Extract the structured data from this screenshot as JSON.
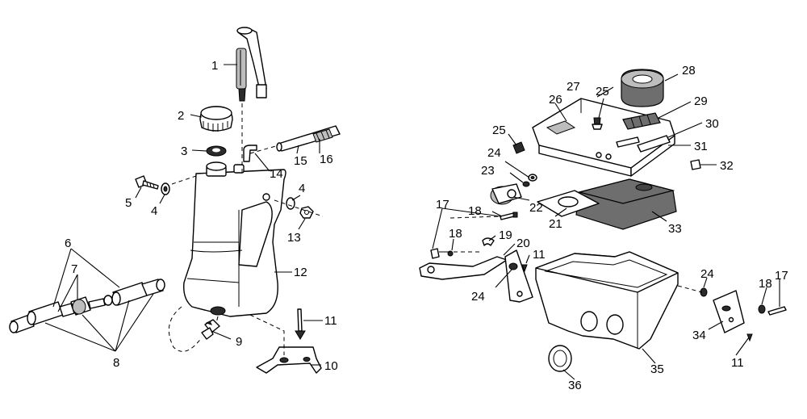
{
  "callouts": {
    "c1": "1",
    "c2": "2",
    "c3": "3",
    "c4a": "4",
    "c4b": "4",
    "c5": "5",
    "c6": "6",
    "c7": "7",
    "c8": "8",
    "c9": "9",
    "c10": "10",
    "c11a": "11",
    "c12": "12",
    "c13": "13",
    "c14": "14",
    "c15": "15",
    "c16": "16",
    "c17a": "17",
    "c17b": "17",
    "c18a": "18",
    "c18b": "18",
    "c18c": "18",
    "c19": "19",
    "c20": "20",
    "c11b": "11",
    "c11c": "11",
    "c21": "21",
    "c22": "22",
    "c23": "23",
    "c24a": "24",
    "c24b": "24",
    "c24c": "24",
    "c25a": "25",
    "c25b": "25",
    "c26": "26",
    "c27": "27",
    "c28": "28",
    "c29": "29",
    "c30": "30",
    "c31": "31",
    "c32": "32",
    "c33": "33",
    "c34": "34",
    "c35": "35",
    "c36": "36"
  }
}
